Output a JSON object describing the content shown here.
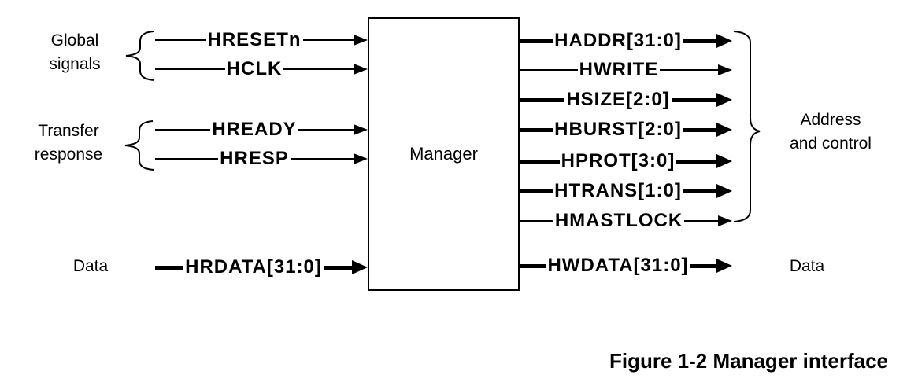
{
  "diagram": {
    "block_label": "Manager",
    "caption": "Figure 1-2 Manager interface",
    "line_color": "#000000",
    "background_color": "#ffffff"
  },
  "signals": {
    "left": [
      {
        "label": "HRESETn",
        "width": "thin"
      },
      {
        "label": "HCLK",
        "width": "thin"
      },
      {
        "label": "HREADY",
        "width": "thin"
      },
      {
        "label": "HRESP",
        "width": "thin"
      },
      {
        "label": "HRDATA[31:0]",
        "width": "thick"
      }
    ],
    "right": [
      {
        "label": "HADDR[31:0]",
        "width": "thick"
      },
      {
        "label": "HWRITE",
        "width": "thin"
      },
      {
        "label": "HSIZE[2:0]",
        "width": "thick"
      },
      {
        "label": "HBURST[2:0]",
        "width": "thick"
      },
      {
        "label": "HPROT[3:0]",
        "width": "thick"
      },
      {
        "label": "HTRANS[1:0]",
        "width": "thick"
      },
      {
        "label": "HMASTLOCK",
        "width": "thin"
      },
      {
        "label": "HWDATA[31:0]",
        "width": "thick"
      }
    ]
  },
  "group_labels": {
    "global": [
      "Global",
      "signals"
    ],
    "transfer": [
      "Transfer",
      "response"
    ],
    "data_left": "Data",
    "address_control": [
      "Address",
      "and control"
    ],
    "data_right": "Data"
  }
}
